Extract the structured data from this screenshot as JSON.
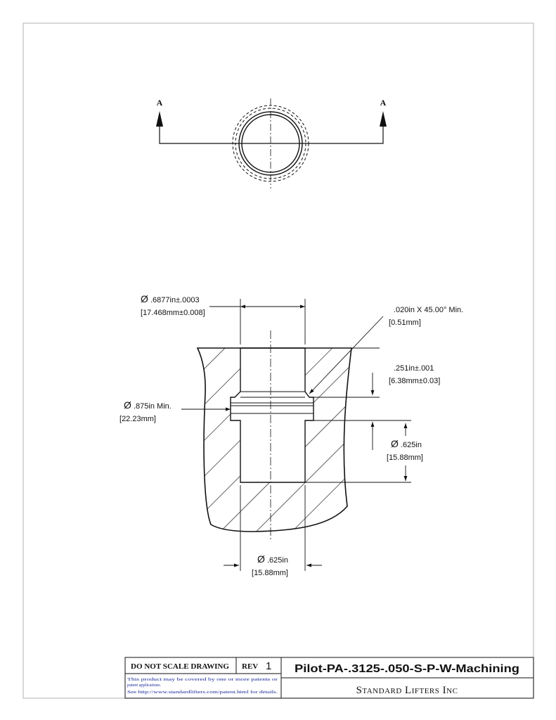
{
  "drawing": {
    "section_left_label": "A",
    "section_right_label": "A",
    "dims": {
      "bore_dia_in": ".6877in±.0003",
      "bore_dia_mm": "17.468mm±0.008",
      "chamfer_in": ".020in   X 45.00° Min.",
      "chamfer_mm": "0.51mm",
      "depth_in": ".251in±.001",
      "depth_mm": "6.38mm±0.03",
      "groove_dia_in": ".875in  Min.",
      "groove_dia_mm": "22.23mm",
      "hole_depth_in": ".625in",
      "hole_depth_mm": "15.88mm",
      "hole_dia_in": ".625in",
      "hole_dia_mm": "15.88mm"
    },
    "diameter_symbol": "Ø"
  },
  "title_block": {
    "do_not_scale": "DO NOT SCALE DRAWING",
    "rev_label": "REV",
    "rev_value": "1",
    "part_name": "Pilot-PA-.3125-.050-S-P-W-Machining",
    "company": "Standard Lifters Inc",
    "patent_line1": "This product may be covered by one or more patents or",
    "patent_line2": "patent applications.",
    "patent_line3": "See http://www.standardlifters.com/patent.html for details."
  }
}
